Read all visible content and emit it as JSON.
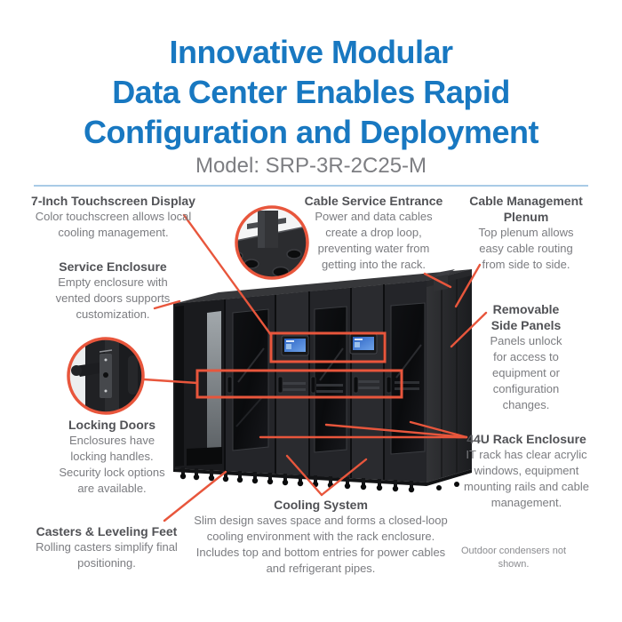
{
  "title": {
    "line1": "Innovative Modular",
    "line2": "Data Center Enables Rapid",
    "line3": "Configuration and Deployment",
    "model": "Model: SRP-3R-2C25-M"
  },
  "colors": {
    "title_blue": "#1878c1",
    "accent_red": "#e8563c",
    "heading_gray": "#515256",
    "body_gray": "#7b7c80"
  },
  "callouts": {
    "touchscreen": {
      "heading": "7-Inch Touchscreen Display",
      "body": "Color touchscreen allows local cooling management."
    },
    "cable_entrance": {
      "heading": "Cable Service Entrance",
      "body": "Power and data cables create a drop loop, preventing water from getting into the rack."
    },
    "plenum": {
      "heading": "Cable Management Plenum",
      "body": "Top plenum allows easy cable routing from side to side."
    },
    "service_enclosure": {
      "heading": "Service Enclosure",
      "body": "Empty enclosure with vented doors supports customization."
    },
    "side_panels": {
      "heading": "Removable Side Panels",
      "body": "Panels unlock for access to equipment or configuration changes."
    },
    "locking_doors": {
      "heading": "Locking Doors",
      "body": "Enclosures have locking handles. Security lock options are available."
    },
    "rack_enclosure": {
      "heading": "44U Rack Enclosure",
      "body": "IT rack has clear acrylic windows, equipment mounting rails and cable management."
    },
    "casters": {
      "heading": "Casters & Leveling Feet",
      "body": "Rolling casters simplify final positioning."
    },
    "cooling": {
      "heading": "Cooling System",
      "body": "Slim design saves space and forms a closed-loop cooling environment with the rack enclosure. Includes top and bottom entries for power cables and refrigerant pipes."
    }
  },
  "note": "Outdoor condensers not shown."
}
